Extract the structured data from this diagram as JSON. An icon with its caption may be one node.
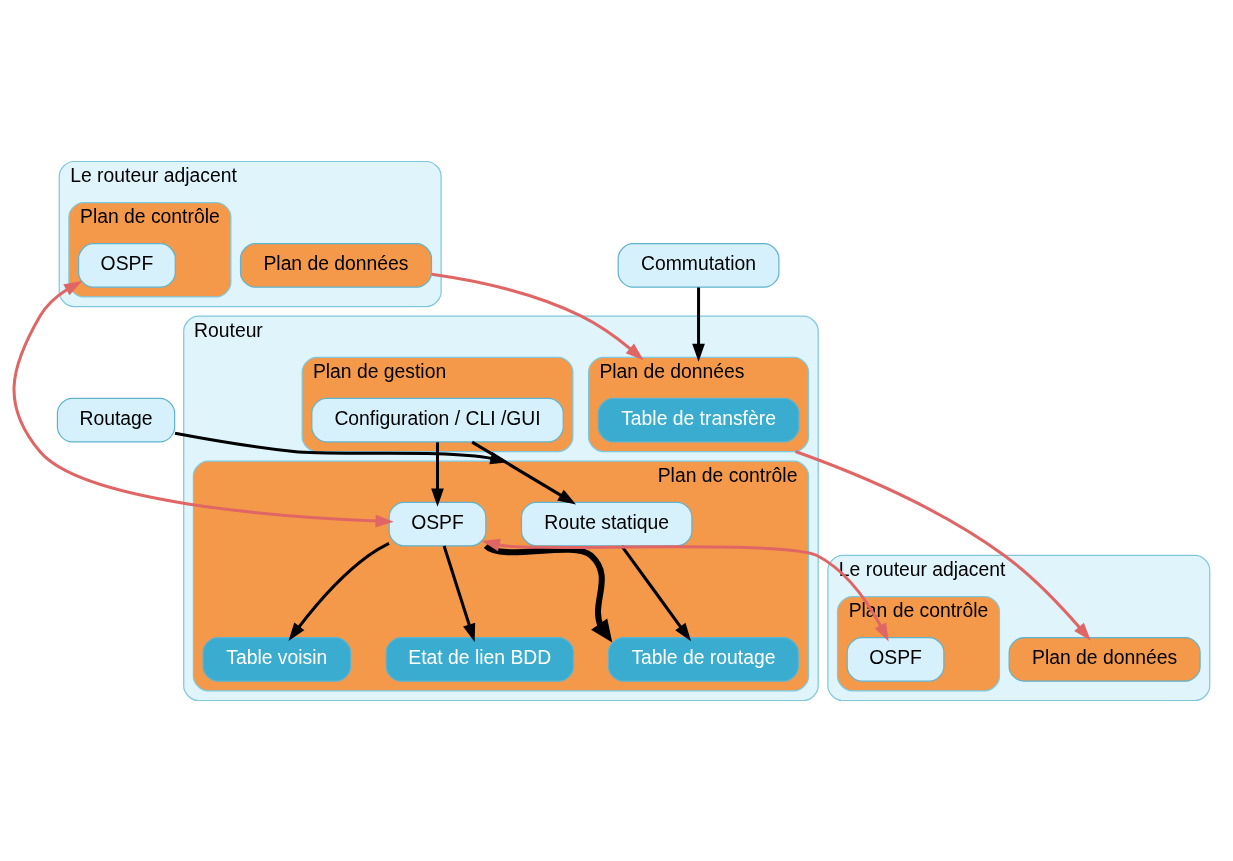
{
  "diagram": {
    "nodes": [
      {
        "text": [
          "Le routeur adjacent"
        ]
      },
      {
        "text": [
          "Plan de contrôle"
        ],
        "in": 0
      },
      {
        "text": [
          "Routage"
        ]
      },
      {
        "text": [
          "OSPF"
        ],
        "in": 1
      },
      {
        "text": [
          "Commutation"
        ]
      },
      {
        "text": [
          "Plan de données"
        ],
        "in": 0
      },
      {
        "text": [
          "Routeur"
        ]
      },
      {
        "text": [
          "Plan de gestion"
        ],
        "in": 6
      },
      {
        "text": [
          "Configuration / CLI /GUI"
        ],
        "in": 7
      },
      {
        "text": [
          "Plan de contrôle"
        ],
        "in": 6
      },
      {
        "text": [
          "Route statique"
        ],
        "in": 9
      },
      {
        "text": [
          "OSPF"
        ],
        "in": 9
      },
      {
        "text": [
          "Table voisin"
        ],
        "in": 9
      },
      {
        "text": [
          "Etat de lien BDD"
        ],
        "in": 9
      },
      {
        "text": [
          "Table de routage"
        ],
        "in": 9
      },
      {
        "text": [
          "Plan de données"
        ],
        "in": 6
      },
      {
        "text": [
          "Table de transfère"
        ],
        "in": 15
      },
      {
        "text": [
          "Le routeur adjacent"
        ]
      },
      {
        "text": [
          "Plan de contrôle"
        ],
        "in": 17
      },
      {
        "text": [
          "OSPF"
        ],
        "in": 18
      },
      {
        "text": [
          "Plan de données"
        ],
        "in": 17
      }
    ],
    "edges": [
      {
        "from": 8,
        "to": 11,
        "arrow": "to"
      },
      {
        "from": 8,
        "to": 10,
        "arrow": "to"
      },
      {
        "from": 2,
        "to": 9,
        "arrow": "to"
      },
      {
        "from": 3,
        "to": 11,
        "arrow": "both",
        "color": "#e06666"
      },
      {
        "from": 11,
        "to": 19,
        "arrow": "both",
        "color": "#e06666"
      },
      {
        "from": 11,
        "to": 12,
        "arrow": "to"
      },
      {
        "from": 11,
        "to": 13,
        "arrow": "to"
      },
      {
        "from": 11,
        "to": 14,
        "arrow": "to",
        "style": "thick"
      },
      {
        "from": 10,
        "to": 14,
        "arrow": "to"
      },
      {
        "from": 4,
        "to": 15,
        "arrow": "to"
      },
      {
        "from": 5,
        "to": 15,
        "arrow": "to",
        "color": "#e06666"
      },
      {
        "from": 15,
        "to": 20,
        "arrow": "to",
        "color": "#e06666"
      }
    ]
  }
}
